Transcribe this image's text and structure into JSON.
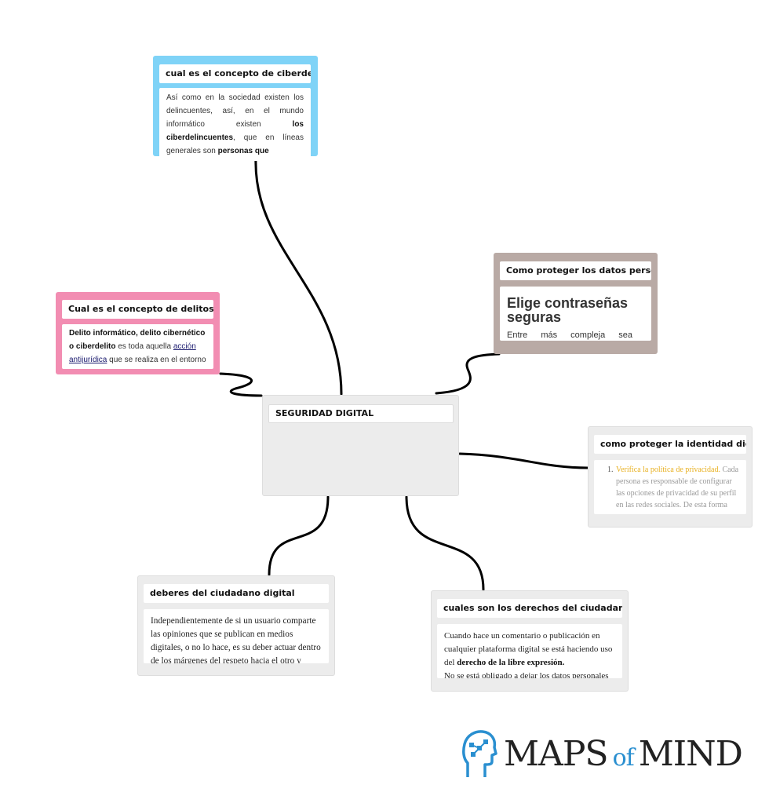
{
  "central": {
    "title": "SEGURIDAD DIGITAL"
  },
  "nodes": {
    "ciberdelincuente": {
      "title": "cual es el concepto de ciberdelincuente",
      "body_1": "Así como en la sociedad existen los delincuentes, así, en el mundo informático existen ",
      "body_bold_1": "los ciberdelincuentes",
      "body_2": ", que en líneas generales son ",
      "body_bold_2": "personas que",
      "color": "#7fd3f7"
    },
    "delitos": {
      "title": "Cual es el concepto de delitos informáticos",
      "body_bold": "Delito informático, delito cibernético o ciberdelito",
      "body_1": "  es toda aquella ",
      "link": "acción antijurídica",
      "body_2": " que se realiza en el entorno",
      "color": "#f28db2"
    },
    "datos": {
      "title": "Como proteger los datos personales",
      "heading": "Elige contraseñas seguras",
      "body": "Entre más compleja sea tu",
      "color": "#b9aaa5"
    },
    "identidad": {
      "title": "como proteger la identidad digital",
      "item_number": "1.",
      "item_highlight": "Verifica la política de privacidad.",
      "item_text": " Cada persona es responsable de configurar las opciones de privacidad de su perfil en las redes sociales. De esta forma",
      "highlight_color": "#e8b020"
    },
    "deberes": {
      "title": "deberes  del ciudadano digital",
      "body": "Independientemente de si un usuario comparte las opiniones que se publican en medios digitales, o no lo hace, es su deber actuar dentro de los márgenes del respeto hacia el otro y"
    },
    "derechos": {
      "title": "cuales son los derechos del ciudadano digital",
      "body_1": "Cuando hace un comentario o publicación en cualquier plataforma digital se está haciendo uso del ",
      "body_bold": "derecho de la libre expresión.",
      "body_2": "No se está obligado a dejar los datos personales"
    }
  },
  "logo": {
    "part1": "MAPS",
    "part2": "of",
    "part3": "MIND",
    "accent": "#2a8fd0"
  }
}
